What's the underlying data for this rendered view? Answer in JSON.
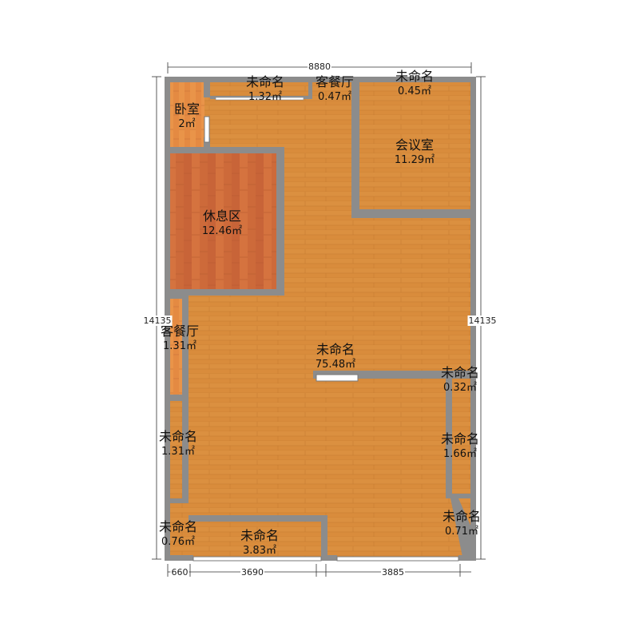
{
  "colors": {
    "wall": "#8c8c8c",
    "floor_main": "#d98c3c",
    "floor_dark": "#cd6a3a",
    "floor_bed": "#e48a42"
  },
  "dimensions": {
    "top_total": "8880",
    "left_total": "14135",
    "right_total": "14135",
    "bottom_1": "660",
    "bottom_2": "3690",
    "bottom_3": "3885"
  },
  "rooms": [
    {
      "name": "卧室",
      "area": "2㎡"
    },
    {
      "name": "未命名",
      "area": "1.32㎡"
    },
    {
      "name": "客餐厅",
      "area": "0.47㎡"
    },
    {
      "name": "未命名",
      "area": "0.45㎡"
    },
    {
      "name": "会议室",
      "area": "11.29㎡"
    },
    {
      "name": "休息区",
      "area": "12.46㎡"
    },
    {
      "name": "客餐厅",
      "area": "1.31㎡"
    },
    {
      "name": "未命名",
      "area": "75.48㎡"
    },
    {
      "name": "未命名",
      "area": "0.32㎡"
    },
    {
      "name": "未命名",
      "area": "1.31㎡"
    },
    {
      "name": "未命名",
      "area": "1.66㎡"
    },
    {
      "name": "未命名",
      "area": "0.76㎡"
    },
    {
      "name": "未命名",
      "area": "3.83㎡"
    },
    {
      "name": "未命名",
      "area": "0.71㎡"
    }
  ]
}
